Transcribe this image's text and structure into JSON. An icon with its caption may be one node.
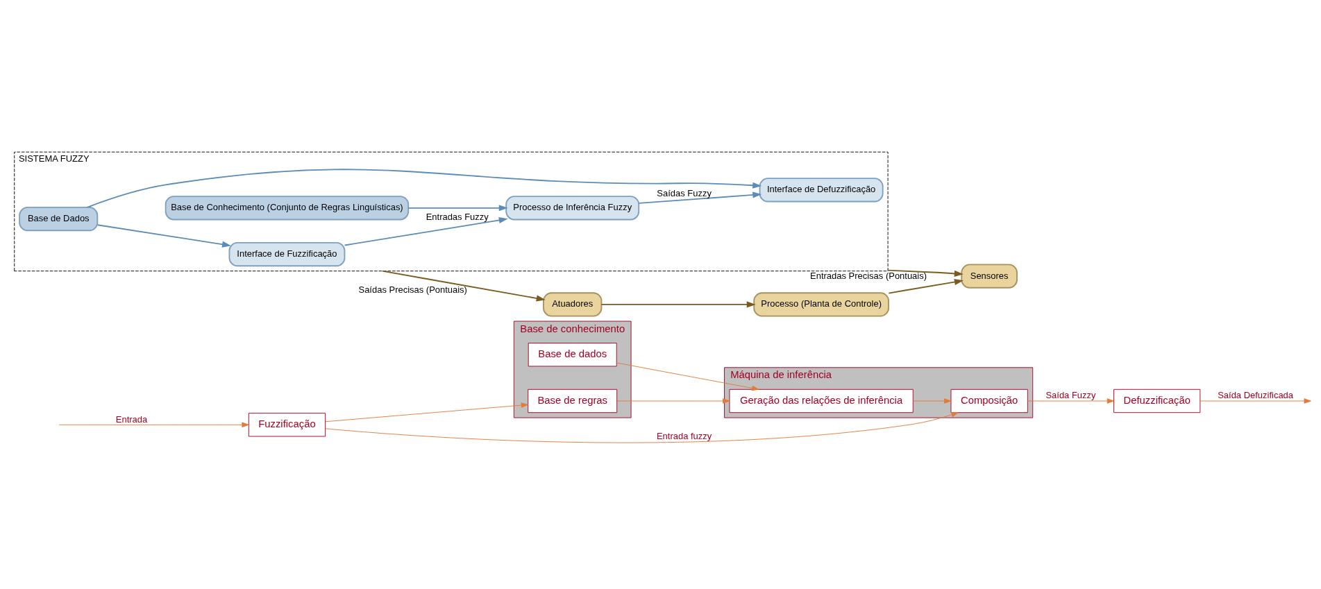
{
  "diagram": {
    "nodes": [
      {
        "text": [
          "Base de conhecimento"
        ]
      },
      {
        "text": [
          "Base de dados"
        ],
        "in": 0
      },
      {
        "text": [
          "Base de regras"
        ],
        "in": 0
      },
      {
        "text": [
          "Máquina de inferência"
        ]
      },
      {
        "text": [
          "Geração das relações de inferência"
        ],
        "in": 3
      },
      {
        "text": [
          "Composição"
        ],
        "in": 3
      },
      {
        "text": [
          "Fuzzificação"
        ]
      },
      {
        "text": [
          "Defuzzificação"
        ]
      },
      {
        "text": [
          "Sensores"
        ]
      },
      {
        "text": [
          "Processo (Planta de Controle)"
        ]
      },
      {
        "text": [
          "Atuadores"
        ]
      },
      {
        "text": [
          "SISTEMA FUZZY"
        ]
      },
      {
        "text": [
          "Interface de Fuzzificação"
        ],
        "in": 11
      },
      {
        "text": [
          "Processo de Inferência Fuzzy"
        ],
        "in": 11
      },
      {
        "text": [
          "Interface de Defuzzificação"
        ],
        "in": 11
      },
      {
        "text": [
          "Base de Conhecimento (Conjunto de Regras Linguísticas)"
        ],
        "in": 11
      },
      {
        "text": [
          "Base de Dados"
        ],
        "in": 11
      }
    ],
    "edges": [
      {
        "from": null,
        "to": 6,
        "arrow": "to",
        "label": "Entrada"
      },
      {
        "from": 1,
        "to": 4,
        "arrow": "to"
      },
      {
        "from": 2,
        "to": 4,
        "arrow": "to"
      },
      {
        "from": 6,
        "to": 5,
        "arrow": "to",
        "label": "Entrada fuzzy"
      },
      {
        "from": 6,
        "to": 2,
        "arrow": "to"
      },
      {
        "from": 4,
        "to": 5,
        "arrow": "to"
      },
      {
        "from": 5,
        "to": 7,
        "arrow": "to",
        "label": "Saída Fuzzy"
      },
      {
        "from": 7,
        "to": null,
        "arrow": "to",
        "label": "Saída Defuzificada"
      },
      {
        "from": 9,
        "to": 8,
        "arrow": "to",
        "color": "#7a5c1e"
      },
      {
        "from": 10,
        "to": 9,
        "arrow": "to",
        "color": "#7a5c1e"
      },
      {
        "from": 11,
        "to": 8,
        "arrow": "to",
        "color": "#7a5c1e",
        "label": "Entradas Precisas (Pontuais)"
      },
      {
        "from": 11,
        "to": 10,
        "arrow": "to",
        "color": "#7a5c1e",
        "label": "Saídas Precisas (Pontuais)"
      },
      {
        "from": 12,
        "to": 13,
        "arrow": "to",
        "color": "#5b8db8",
        "label": "Entradas Fuzzy"
      },
      {
        "from": 13,
        "to": 14,
        "arrow": "to",
        "color": "#5b8db8",
        "label": "Saídas Fuzzy"
      },
      {
        "from": 15,
        "to": 13,
        "arrow": "to",
        "color": "#5b8db8"
      },
      {
        "from": 16,
        "to": 12,
        "arrow": "to",
        "color": "#5b8db8"
      },
      {
        "from": 16,
        "to": 14,
        "arrow": "to",
        "color": "#5b8db8"
      }
    ]
  }
}
